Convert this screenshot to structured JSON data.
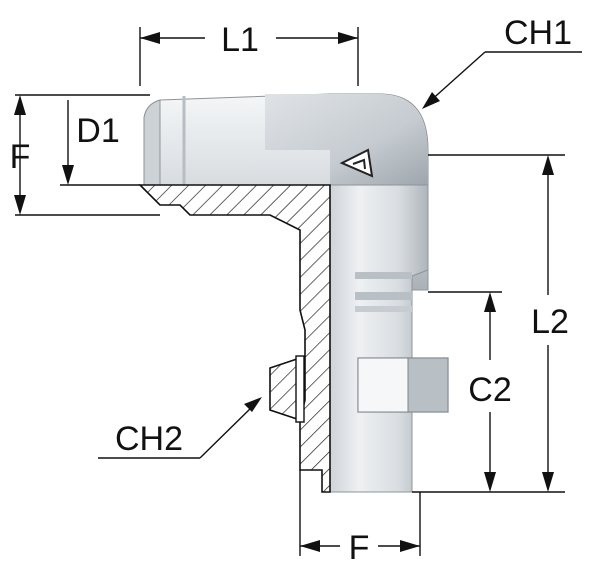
{
  "diagram": {
    "labels": {
      "L1": "L1",
      "CH1": "CH1",
      "D1": "D1",
      "F_left": "F",
      "L2": "L2",
      "C2": "C2",
      "CH2": "CH2",
      "F_bottom": "F"
    },
    "colors": {
      "body_light": "#e9ecef",
      "body_mid": "#cfd4d9",
      "body_dark": "#9aa1a8",
      "hatch": "#222222",
      "line": "#111111"
    },
    "icons": [
      "manufacturer-logo-icon"
    ]
  }
}
